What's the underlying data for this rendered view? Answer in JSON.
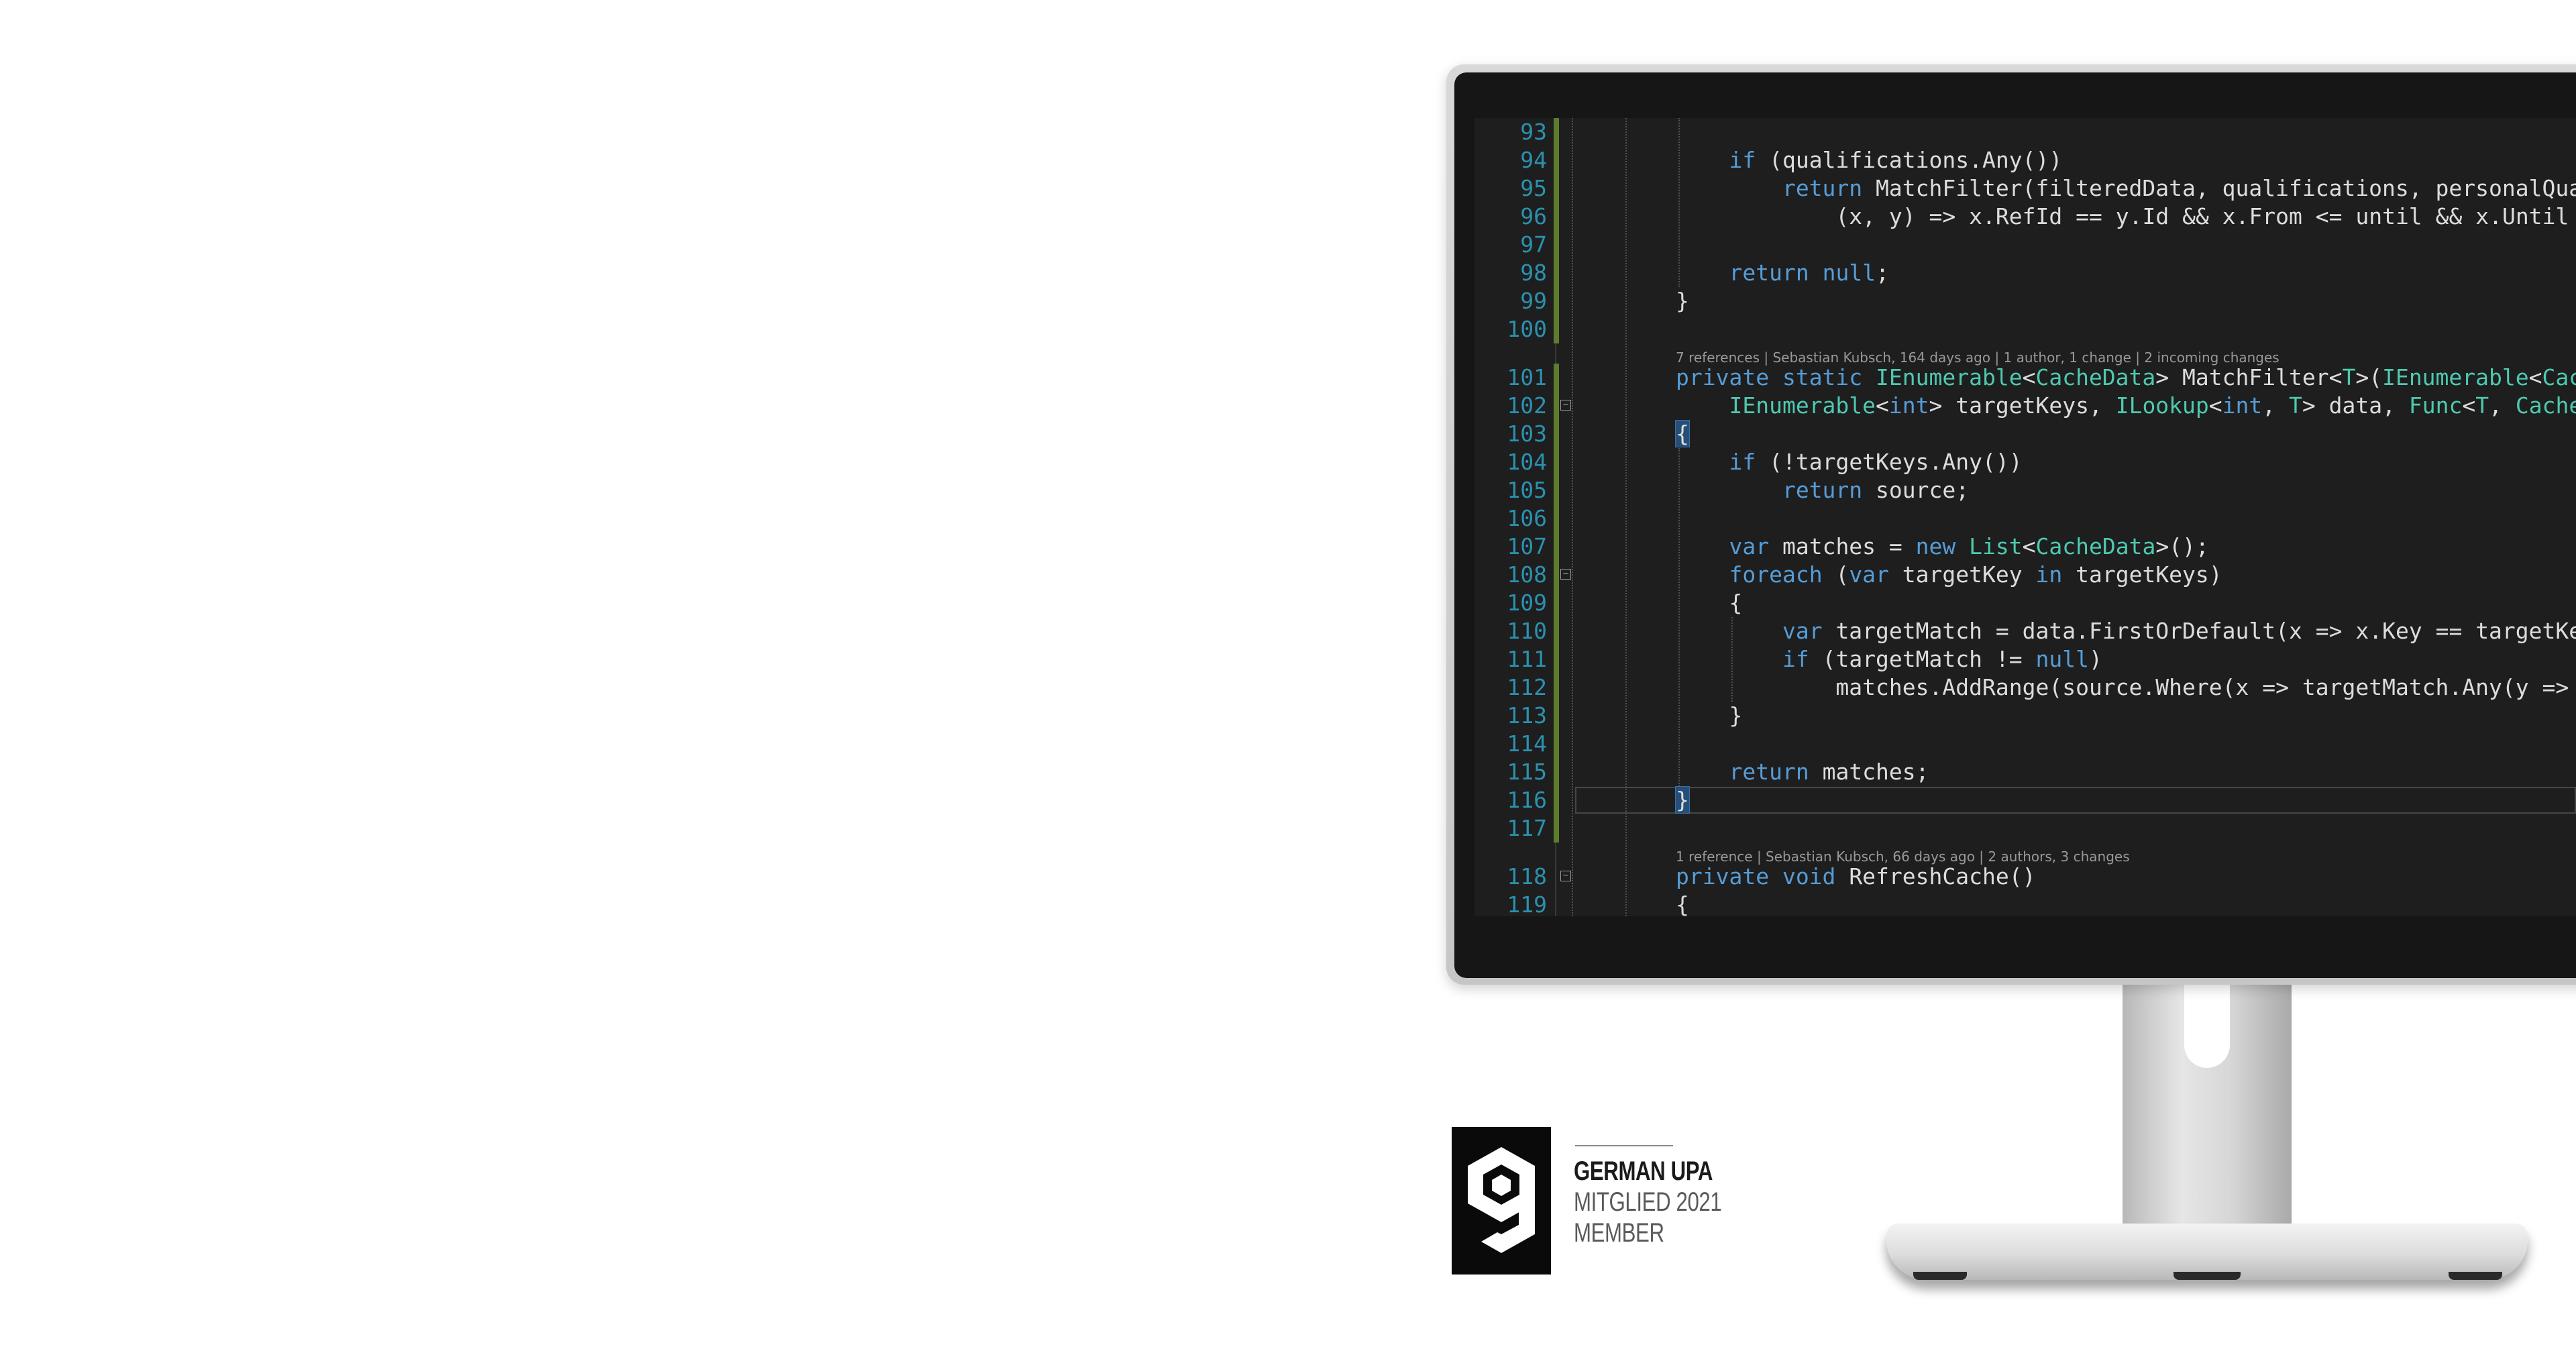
{
  "editor": {
    "lines": [
      {
        "n": "93",
        "text": ""
      },
      {
        "n": "94",
        "text": "    if (qualifications.Any())"
      },
      {
        "n": "95",
        "text": "        return MatchFilter(filteredData, qualifications, personalQualific"
      },
      {
        "n": "96",
        "text": "            (x, y) => x.RefId == y.Id && x.From <= until && x.Until >= fr"
      },
      {
        "n": "97",
        "text": ""
      },
      {
        "n": "98",
        "text": "    return null;"
      },
      {
        "n": "99",
        "text": "}"
      },
      {
        "n": "100",
        "text": ""
      },
      {
        "n": "101",
        "text": "private static IEnumerable<CacheData> MatchFilter<T>(IEnumerable<CacheDat"
      },
      {
        "n": "102",
        "text": "    IEnumerable<int> targetKeys, ILookup<int, T> data, Func<T, CacheData,"
      },
      {
        "n": "103",
        "text": "{"
      },
      {
        "n": "104",
        "text": "    if (!targetKeys.Any())"
      },
      {
        "n": "105",
        "text": "        return source;"
      },
      {
        "n": "106",
        "text": ""
      },
      {
        "n": "107",
        "text": "    var matches = new List<CacheData>();"
      },
      {
        "n": "108",
        "text": "    foreach (var targetKey in targetKeys)"
      },
      {
        "n": "109",
        "text": "    {"
      },
      {
        "n": "110",
        "text": "        var targetMatch = data.FirstOrDefault(x => x.Key == targetKey);"
      },
      {
        "n": "111",
        "text": "        if (targetMatch != null)"
      },
      {
        "n": "112",
        "text": "            matches.AddRange(source.Where(x => targetMatch.Any(y => predi"
      },
      {
        "n": "113",
        "text": "    }"
      },
      {
        "n": "114",
        "text": ""
      },
      {
        "n": "115",
        "text": "    return matches;"
      },
      {
        "n": "116",
        "text": "}"
      },
      {
        "n": "117",
        "text": ""
      },
      {
        "n": "118",
        "text": "private void RefreshCache()"
      },
      {
        "n": "119",
        "text": "{"
      }
    ],
    "codelens": [
      {
        "before": "101",
        "text": "7 references | Sebastian Kubsch, 164 days ago | 1 author, 1 change | 2 incoming changes"
      },
      {
        "before": "118",
        "text": "1 reference | Sebastian Kubsch, 66 days ago | 2 authors, 3 changes"
      }
    ],
    "keywords": [
      "private",
      "static",
      "if",
      "return",
      "null",
      "var",
      "new",
      "foreach",
      "in",
      "void",
      "int"
    ],
    "types": [
      "IEnumerable",
      "CacheData",
      "CacheDat",
      "ILookup",
      "Func",
      "List",
      "T"
    ],
    "fold_markers": [
      "102",
      "108",
      "118"
    ],
    "highlighted_braces": [
      "103",
      "116"
    ],
    "current_line": "116",
    "colors": {
      "background": "#1e1e1e",
      "line_number": "#2b91af",
      "keyword": "#569cd6",
      "type": "#4ec9b0",
      "text": "#dcdcdc",
      "codelens": "#999999",
      "change_bar": "#5d7d2e"
    }
  },
  "badge": {
    "logo_icon": "german-upa-hexagon-g-logo",
    "line1": "GERMAN UPA",
    "line2": "MITGLIED 2021",
    "line3": "MEMBER"
  }
}
